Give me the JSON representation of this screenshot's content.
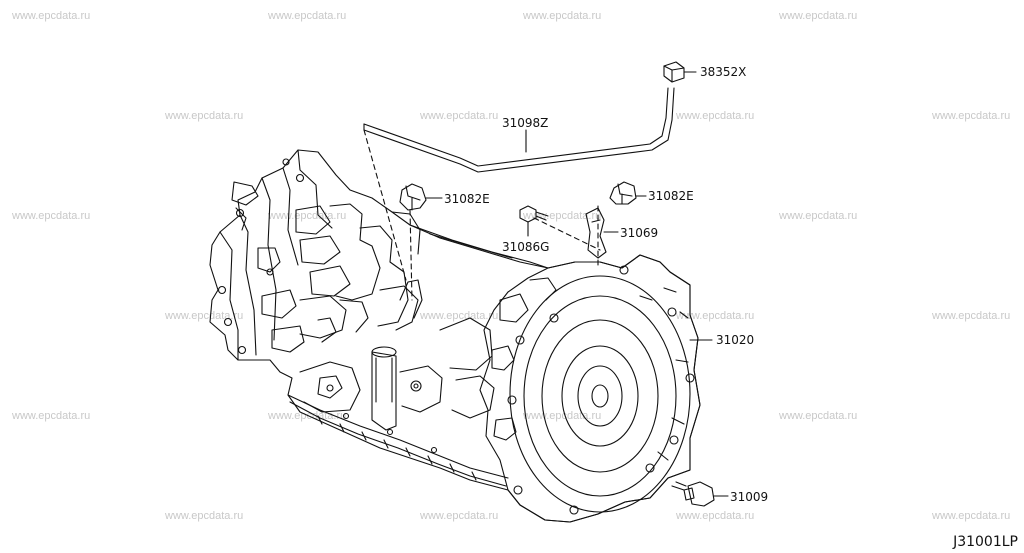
{
  "watermark": "www.epcdata.ru",
  "diagram_code": "J31001LP",
  "labels": {
    "p38352x": "38352X",
    "p31098z": "31098Z",
    "p31082e_left": "31082E",
    "p31082e_right": "31082E",
    "p31086g": "31086G",
    "p31069": "31069",
    "p31020": "31020",
    "p31009": "31009"
  }
}
